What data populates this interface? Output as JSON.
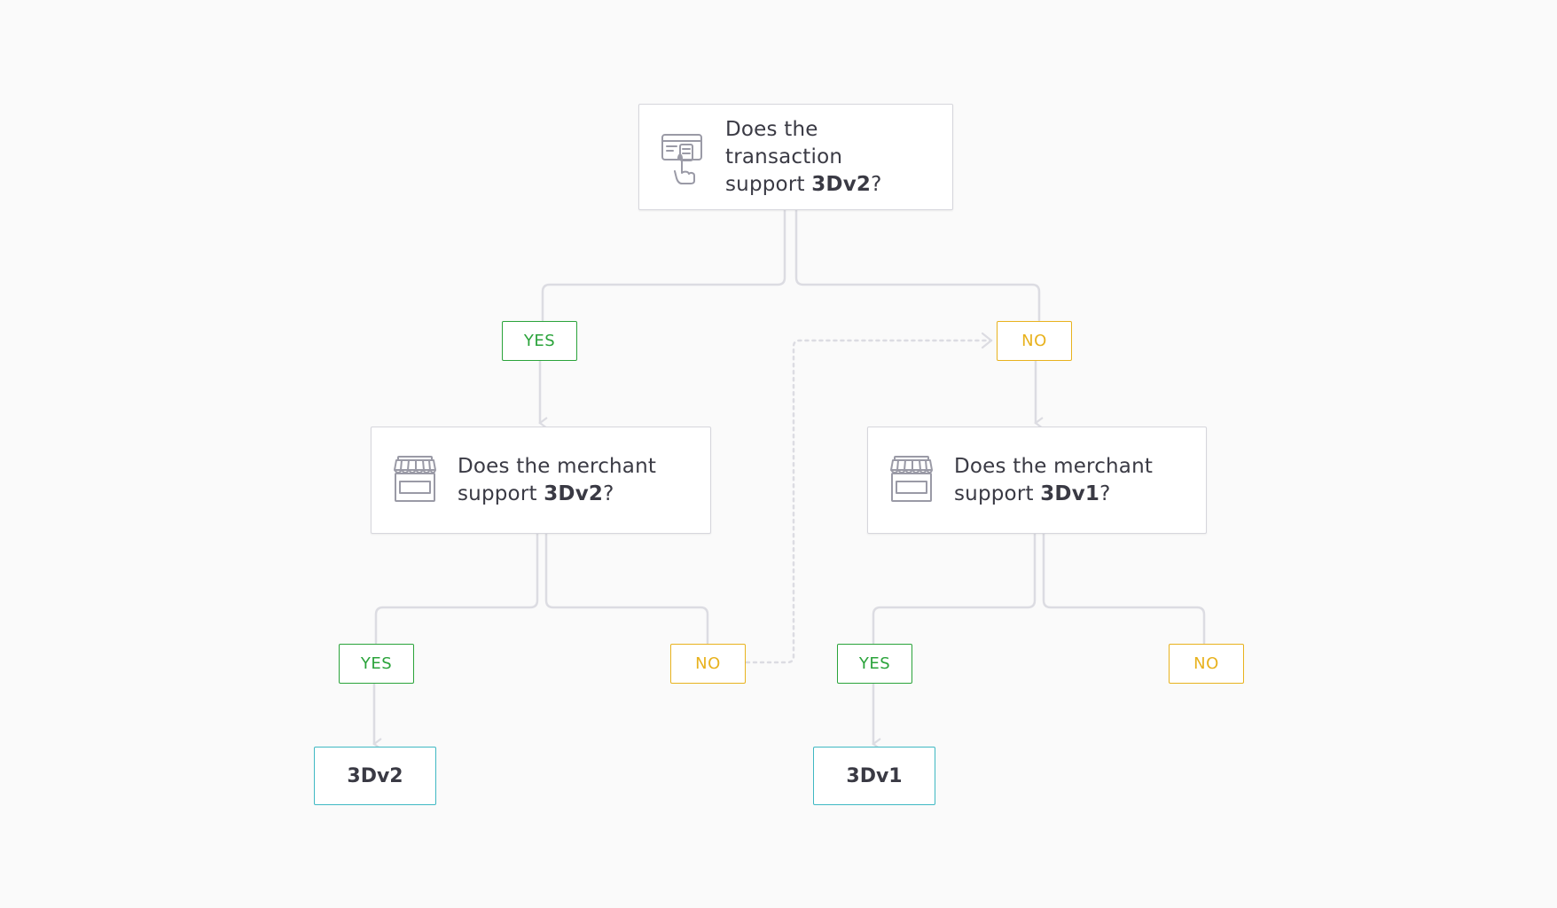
{
  "nodes": {
    "q_transaction": {
      "line1": "Does the transaction",
      "line2_prefix": "support ",
      "line2_bold": "3Dv2",
      "line2_suffix": "?",
      "icon": "card-terminal-icon"
    },
    "q_merchant_v2": {
      "line1": "Does the merchant",
      "line2_prefix": "support ",
      "line2_bold": "3Dv2",
      "line2_suffix": "?",
      "icon": "storefront-icon"
    },
    "q_merchant_v1": {
      "line1": "Does the merchant",
      "line2_prefix": "support ",
      "line2_bold": "3Dv1",
      "line2_suffix": "?",
      "icon": "storefront-icon"
    },
    "badge_yes_1": "YES",
    "badge_no_1": "NO",
    "badge_yes_2": "YES",
    "badge_no_2": "NO",
    "badge_yes_3": "YES",
    "badge_no_3": "NO",
    "result_v2": "3Dv2",
    "result_v1": "3Dv1"
  },
  "colors": {
    "yes": "#2aa33a",
    "no": "#e8b21e",
    "result": "#3fb8c3",
    "connector": "#dcdce2",
    "icon": "#9a9aa6"
  }
}
